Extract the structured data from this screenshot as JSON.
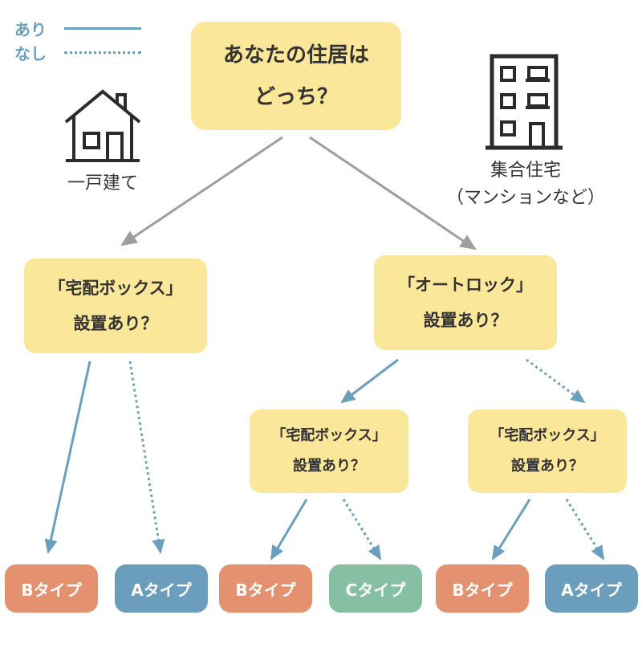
{
  "legend": {
    "yes_label": "あり",
    "no_label": "なし"
  },
  "colors": {
    "question_fill": "#fbe79a",
    "type_b": "#e4916f",
    "type_a": "#6b9dbd",
    "type_c": "#87bfa5",
    "legend_accent": "#6a9fbd",
    "gray_arrow": "#9e9e9e"
  },
  "start": {
    "line1": "あなたの住居は",
    "line2": "どっち？"
  },
  "house": {
    "icon": "house-icon",
    "label": "一戸建て"
  },
  "apartment": {
    "icon": "apartment-building-icon",
    "line1": "集合住宅",
    "line2": "（マンションなど）"
  },
  "q_house_box": {
    "line1": "「宅配ボックス」",
    "line2": "設置あり？"
  },
  "q_autolock": {
    "line1": "「オートロック」",
    "line2": "設置あり？"
  },
  "q_apt_box_with_lock": {
    "line1": "「宅配ボックス」",
    "line2": "設置あり？"
  },
  "q_apt_box_without_lock": {
    "line1": "「宅配ボックス」",
    "line2": "設置あり？"
  },
  "results": [
    {
      "label": "Bタイプ",
      "type": "B"
    },
    {
      "label": "Aタイプ",
      "type": "A"
    },
    {
      "label": "Bタイプ",
      "type": "B"
    },
    {
      "label": "Cタイプ",
      "type": "C"
    },
    {
      "label": "Bタイプ",
      "type": "B"
    },
    {
      "label": "Aタイプ",
      "type": "A"
    }
  ]
}
